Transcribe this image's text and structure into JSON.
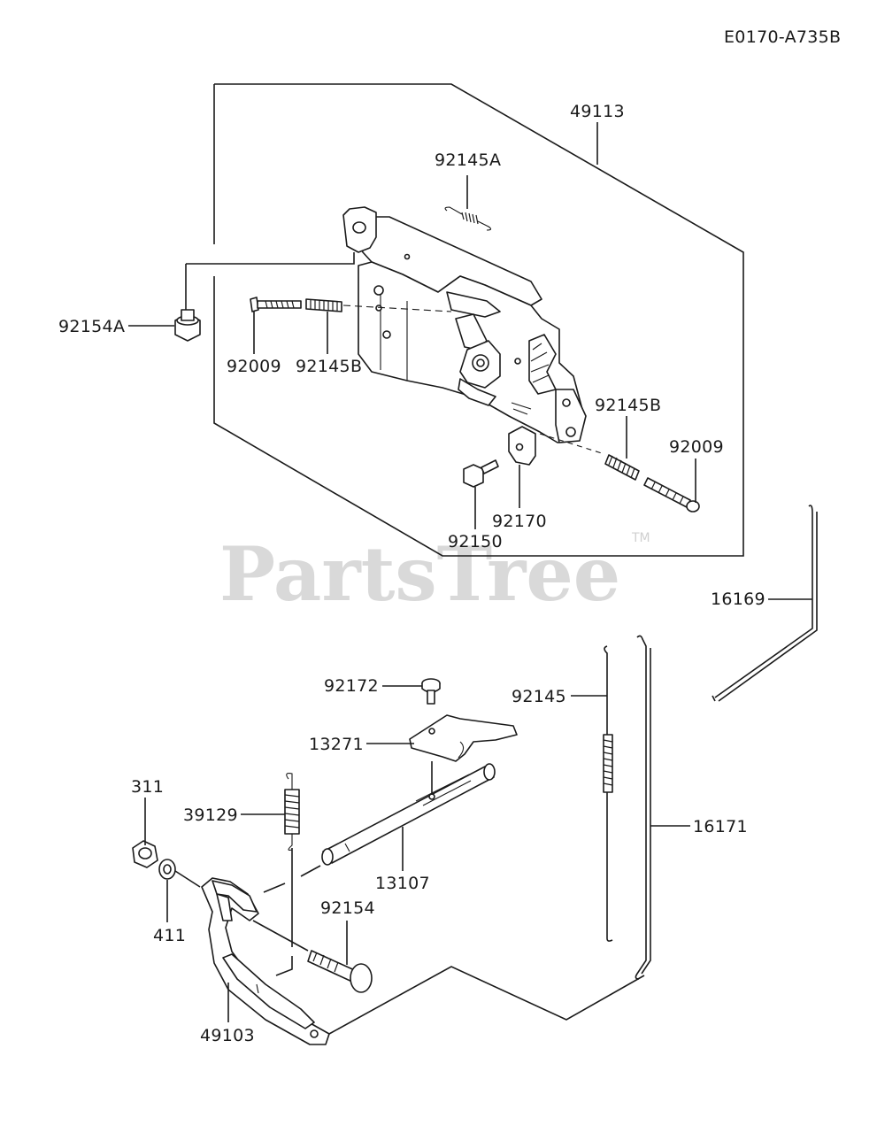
{
  "diagram_code": "E0170-A735B",
  "watermark": {
    "text": "PartsTree",
    "tm": "TM"
  },
  "parts": {
    "p49113": "49113",
    "p92145A": "92145A",
    "p92154A": "92154A",
    "p92009_top": "92009",
    "p92145B_top": "92145B",
    "p92145B_right": "92145B",
    "p92009_right": "92009",
    "p92170": "92170",
    "p92150": "92150",
    "p16169": "16169",
    "p92172": "92172",
    "p92145": "92145",
    "p13271": "13271",
    "p311": "311",
    "p39129": "39129",
    "p16171": "16171",
    "p13107": "13107",
    "p92154": "92154",
    "p411": "411",
    "p49103": "49103"
  }
}
